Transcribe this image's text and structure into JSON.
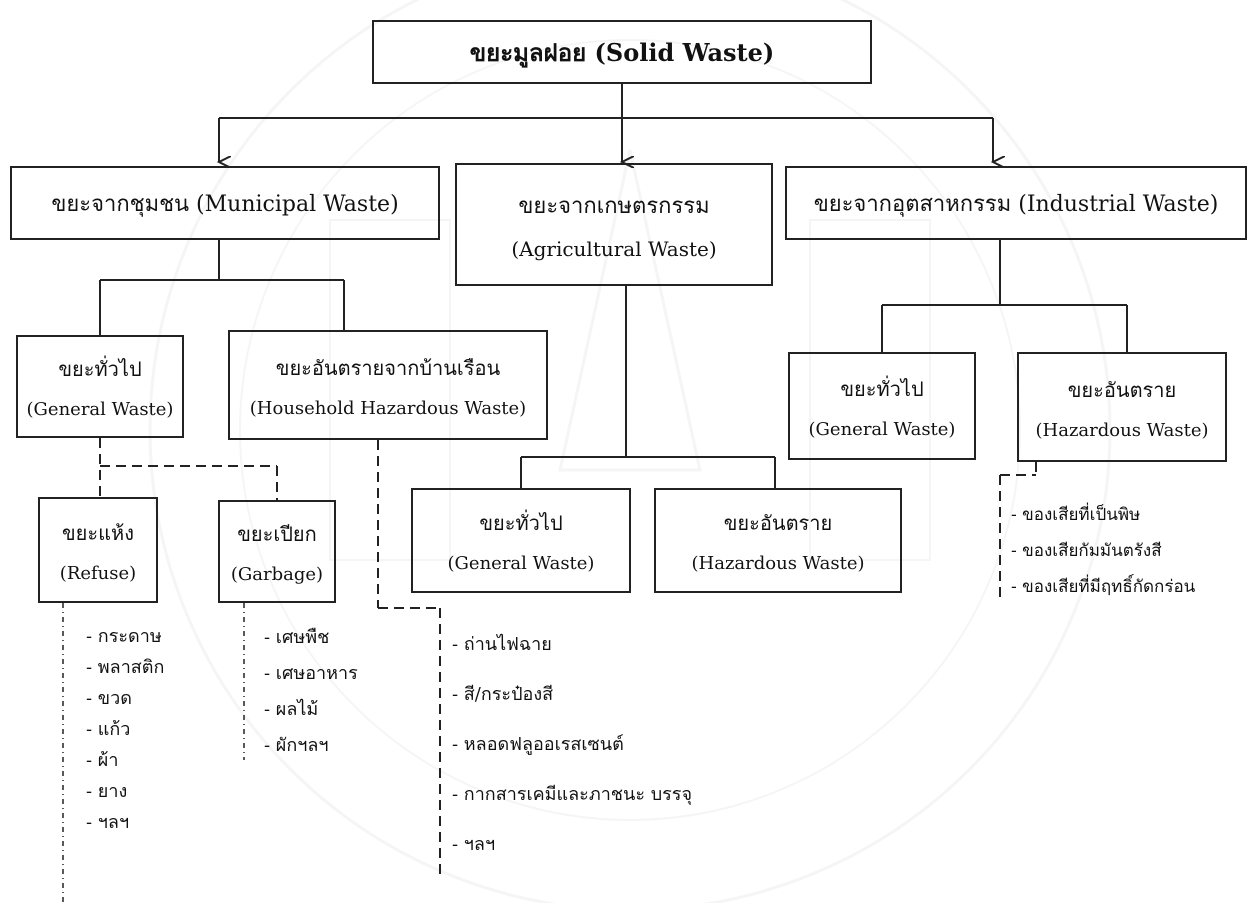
{
  "root": {
    "label": "ขยะมูลฝอย (Solid Waste)"
  },
  "municipal": {
    "label": "ขยะจากชุมชน (Municipal Waste)",
    "general": {
      "th": "ขยะทั่วไป",
      "en": "(General Waste)"
    },
    "household_hazardous": {
      "th": "ขยะอันตรายจากบ้านเรือน",
      "en": "(Household Hazardous Waste)"
    },
    "refuse": {
      "th": "ขยะแห้ง",
      "en": "(Refuse)",
      "items": [
        "- กระดาษ",
        "- พลาสติก",
        "- ขวด",
        "- แก้ว",
        "- ผ้า",
        "- ยาง",
        "- ฯลฯ"
      ]
    },
    "garbage": {
      "th": "ขยะเปียก",
      "en": "(Garbage)",
      "items": [
        "- เศษพืช",
        "- เศษอาหาร",
        "- ผลไม้",
        "- ผักฯลฯ"
      ]
    },
    "household_items": [
      "- ถ่านไฟฉาย",
      "- สี/กระป๋องสี",
      "- หลอดฟลูออเรสเซนต์",
      "- กากสารเคมีและภาชนะ บรรจุ",
      "- ฯลฯ"
    ]
  },
  "agricultural": {
    "th": "ขยะจากเกษตรกรรม",
    "en": "(Agricultural Waste)",
    "general": {
      "th": "ขยะทั่วไป",
      "en": "(General Waste)"
    },
    "hazardous": {
      "th": "ขยะอันตราย",
      "en": "(Hazardous Waste)"
    }
  },
  "industrial": {
    "label": "ขยะจากอุตสาหกรรม (Industrial Waste)",
    "general": {
      "th": "ขยะทั่วไป",
      "en": "(General Waste)"
    },
    "hazardous": {
      "th": "ขยะอันตราย",
      "en": "(Hazardous Waste)",
      "items": [
        "- ของเสียที่เป็นพิษ",
        "- ของเสียกัมมันตรังสี",
        "- ของเสียที่มีฤทธิ์กัดกร่อน"
      ]
    }
  },
  "colors": {
    "line": "#222222",
    "watermark": "#888888"
  }
}
